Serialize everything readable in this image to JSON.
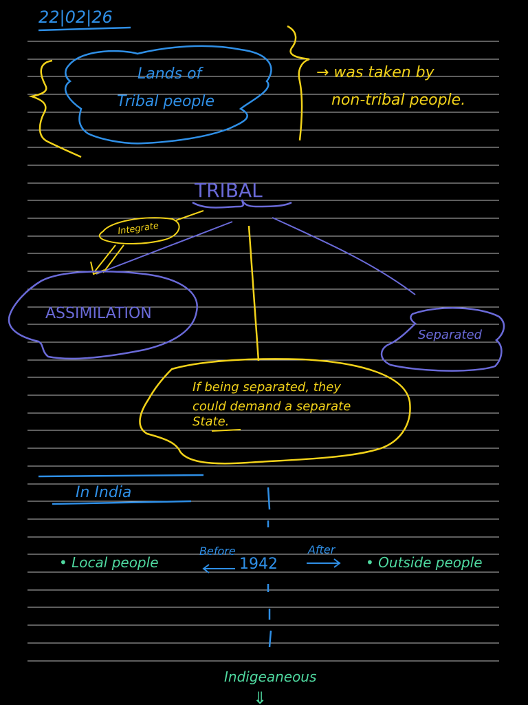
{
  "date": "22|02|26",
  "colors": {
    "background": "#000000",
    "rule": "#bdbdbd",
    "blue": "#2f8fe6",
    "yellow": "#f2d21a",
    "purple": "#6a6ad8",
    "green": "#4fd9a0",
    "cyan": "#39b7e6"
  },
  "top_note": {
    "cloud_line1": "Lands of",
    "cloud_line2": "Tribal people",
    "arrow_line1": "→ was taken by",
    "arrow_line2": "non-tribal people."
  },
  "tribal_diagram": {
    "title": "TRIBAL",
    "integrate_label": "Integrate",
    "assimilation_label": "ASSIMILATION",
    "separated_label": "Separated",
    "note_line1": "If being separated, they",
    "note_line2": "could demand a separate",
    "note_line3": "State."
  },
  "india_section": {
    "heading": "In India",
    "left_item": "• Local people",
    "before_label": "Before",
    "year": "1942",
    "after_label": "After",
    "right_item": "• Outside people",
    "bottom_label": "Indigeaneous",
    "bottom_arrow": "⇓"
  }
}
